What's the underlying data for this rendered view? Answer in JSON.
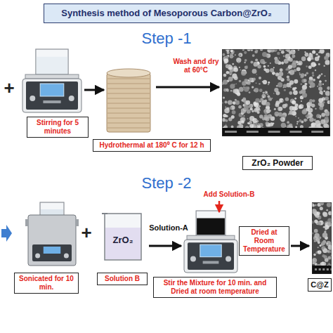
{
  "diagram": {
    "title": "Synthesis method of Mesoporous Carbon@ZrO₂",
    "nodes": [
      {
        "text": [
          "Stirring for 5 minutes"
        ]
      },
      {
        "text": [
          "Hydrothermal at 180⁰ C for 12 h"
        ]
      },
      {
        "text": [
          "ZrO₂ Powder"
        ]
      },
      {
        "text": [
          "Sonicated for 10 min."
        ]
      },
      {
        "text": [
          "ZrO₂"
        ]
      },
      {
        "text": [
          "Solution B"
        ]
      },
      {
        "text": [
          "Stir the Mixture for 10 min. and Dried at room temperature"
        ]
      },
      {
        "text": [
          "Dried at Room Temperature"
        ]
      },
      {
        "text": [
          "C@Z"
        ]
      }
    ],
    "labels": [
      "Step -1",
      "+",
      "Wash and dry at 60°C",
      "Step -2",
      "+",
      "Solution-A",
      "Add Solution-B"
    ]
  }
}
